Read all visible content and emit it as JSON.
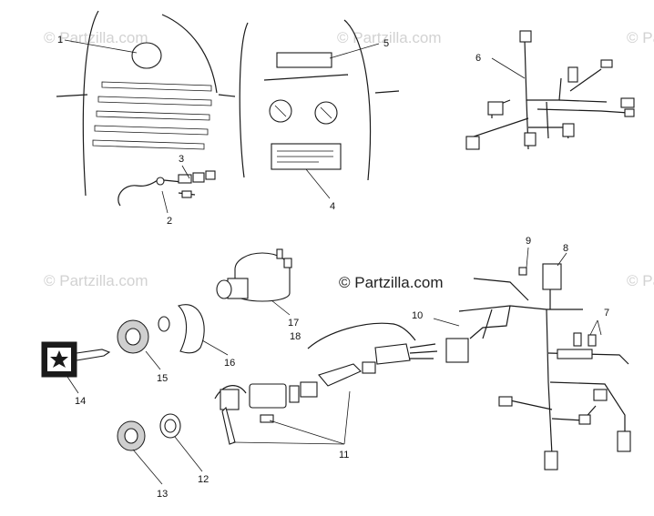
{
  "watermarks": {
    "center": "© Partzilla.com",
    "faint": "© Partzilla.com"
  },
  "callouts": {
    "c1": "1",
    "c2": "2",
    "c3": "3",
    "c4": "4",
    "c5": "5",
    "c6": "6",
    "c7": "7",
    "c8": "8",
    "c9": "9",
    "c10": "10",
    "c11": "11",
    "c12": "12",
    "c13": "13",
    "c14": "14",
    "c15": "15",
    "c16": "16",
    "c17": "17",
    "c18": "18"
  }
}
